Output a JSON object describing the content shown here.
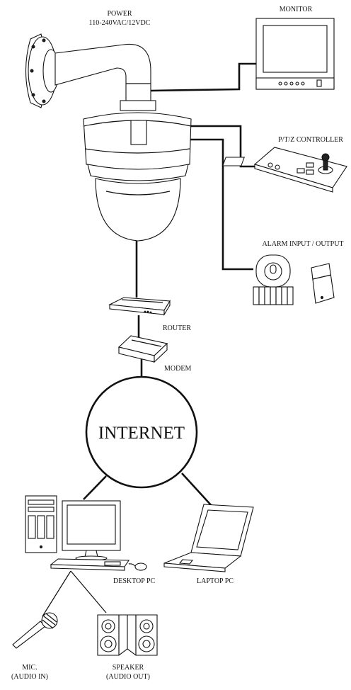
{
  "labels": {
    "power": "POWER",
    "power_spec": "110-240VAC/12VDC",
    "monitor": "MONITOR",
    "ptz": "P/T/Z  CONTROLLER",
    "alarm": "ALARM INPUT / OUTPUT",
    "router": "ROUTER",
    "modem": "MODEM",
    "internet": "INTERNET",
    "desktop": "DESKTOP PC",
    "laptop": "LAPTOP PC",
    "mic_1": "MIC.",
    "mic_2": "(AUDIO IN)",
    "speaker_1": "SPEAKER",
    "speaker_2": "(AUDIO OUT)"
  }
}
